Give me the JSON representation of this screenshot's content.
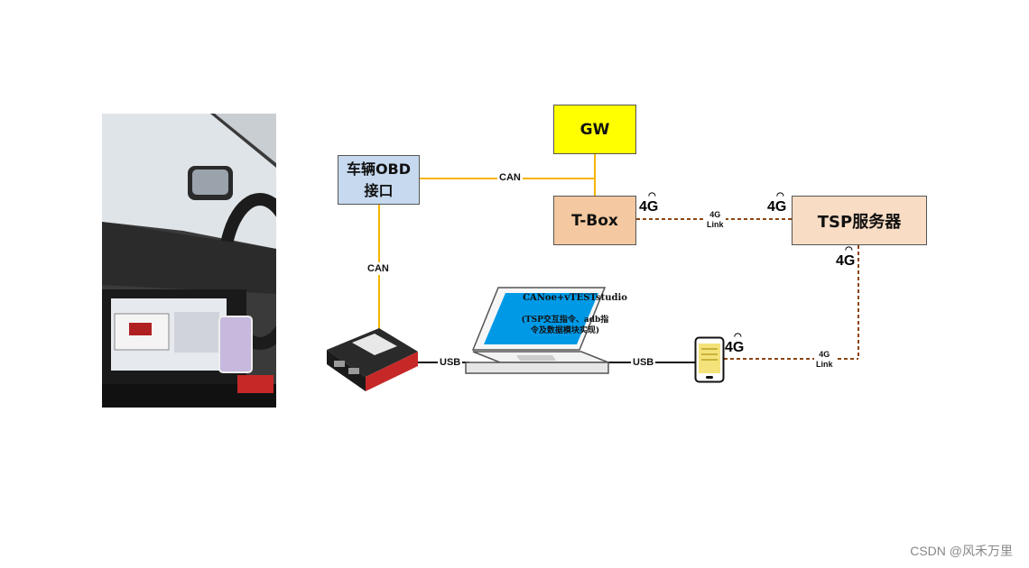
{
  "nodes": {
    "gw": "GW",
    "obd": [
      "车辆OBD",
      "接口"
    ],
    "tbox": "T-Box",
    "tsp": "TSP服务器"
  },
  "edges": {
    "obd_gw": "CAN",
    "obd_interface": "CAN",
    "interface_laptop": "USB",
    "laptop_phone": "USB",
    "tbox_tsp": [
      "4G",
      "Link"
    ],
    "phone_tsp": [
      "4G",
      "Link"
    ]
  },
  "badges": {
    "signal": "4G"
  },
  "laptop": {
    "title": "CANoe+vTESTstudio",
    "desc": [
      "(TSP交互指令、adb指",
      "令及数据模块实现)"
    ]
  },
  "watermark": "CSDN @风禾万里"
}
